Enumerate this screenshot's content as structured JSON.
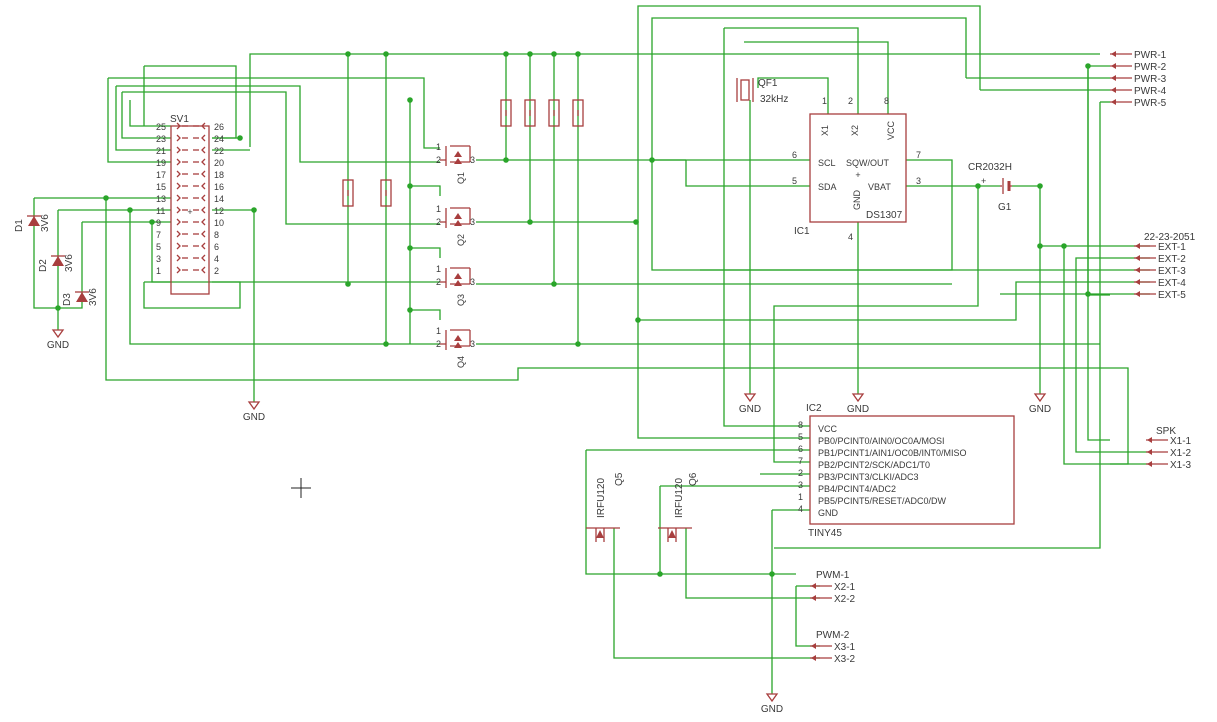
{
  "components": {
    "sv1": {
      "ref": "SV1",
      "pins_left": [
        "25",
        "23",
        "21",
        "19",
        "17",
        "15",
        "13",
        "11",
        "9",
        "7",
        "5",
        "3",
        "1"
      ],
      "pins_right": [
        "26",
        "24",
        "22",
        "20",
        "18",
        "16",
        "14",
        "12",
        "10",
        "8",
        "6",
        "4",
        "2"
      ]
    },
    "d1": {
      "ref": "D1",
      "value": "3V6"
    },
    "d2": {
      "ref": "D2",
      "value": "3V6"
    },
    "d3": {
      "ref": "D3",
      "value": "3V6"
    },
    "q1": {
      "ref": "Q1"
    },
    "q2": {
      "ref": "Q2"
    },
    "q3": {
      "ref": "Q3"
    },
    "q4": {
      "ref": "Q4"
    },
    "qf1": {
      "ref": "QF1",
      "value": "32kHz"
    },
    "ic1": {
      "ref": "IC1",
      "value": "DS1307",
      "pins": {
        "x1": "X1",
        "x2": "X2",
        "vcc": "VCC",
        "scl": "SCL",
        "sda": "SDA",
        "sqw": "SQW/OUT",
        "vbat": "VBAT",
        "gnd": "GND"
      },
      "pin_nums": {
        "p1": "1",
        "p2": "2",
        "p8": "8",
        "p6": "6",
        "p5": "5",
        "p7": "7",
        "p3": "3",
        "p4": "4"
      }
    },
    "g1": {
      "ref": "G1",
      "value": "CR2032H"
    },
    "ic2": {
      "ref": "IC2",
      "value": "TINY45",
      "pins": [
        "VCC",
        "PB0/PCINT0/AIN0/OC0A/MOSI",
        "PB1/PCINT1/AIN1/OC0B/INT0/MISO",
        "PB2/PCINT2/SCK/ADC1/T0",
        "PB3/PCINT3/CLKI/ADC3",
        "PB4/PCINT4/ADC2",
        "PB5/PCINT5/RESET/ADC0/DW",
        "GND"
      ],
      "pin_nums": [
        "8",
        "5",
        "6",
        "7",
        "2",
        "3",
        "1",
        "4"
      ]
    },
    "q5": {
      "ref": "Q5",
      "value": "IRFU120"
    },
    "q6": {
      "ref": "Q6",
      "value": "IRFU120"
    }
  },
  "connectors": {
    "pwr": [
      "PWR-1",
      "PWR-2",
      "PWR-3",
      "PWR-4",
      "PWR-5"
    ],
    "ext": {
      "title": "22-23-2051",
      "pins": [
        "EXT-1",
        "EXT-2",
        "EXT-3",
        "EXT-4",
        "EXT-5"
      ]
    },
    "spk": {
      "title": "SPK",
      "pins": [
        "X1-1",
        "X1-2",
        "X1-3"
      ]
    },
    "pwm1": {
      "title": "PWM-1",
      "pins": [
        "X2-1",
        "X2-2"
      ]
    },
    "pwm2": {
      "title": "PWM-2",
      "pins": [
        "X3-1",
        "X3-2"
      ]
    }
  },
  "symbols": {
    "gnd_label": "GND",
    "plus": "+"
  },
  "colors": {
    "wire": "#2aa52a",
    "part": "#a83e3e",
    "text": "#3a3a3a",
    "background": "#ffffff"
  }
}
